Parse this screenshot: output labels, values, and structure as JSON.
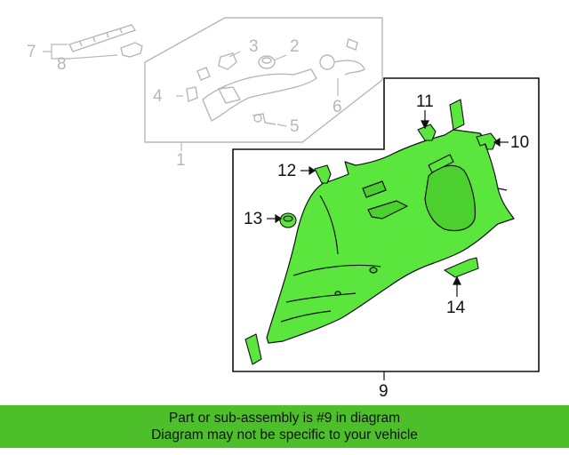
{
  "callouts": {
    "c1": "1",
    "c2": "2",
    "c3": "3",
    "c4": "4",
    "c5": "5",
    "c6": "6",
    "c7": "7",
    "c8": "8",
    "c9": "9",
    "c10": "10",
    "c11": "11",
    "c12": "12",
    "c13": "13",
    "c14": "14"
  },
  "banner": {
    "line1": "Part or sub-assembly is #9 in diagram",
    "line2": "Diagram may not be specific to your vehicle"
  },
  "colors": {
    "highlight": "#4cbf2a",
    "part_fill": "#5ae63c",
    "ghost": "#b8b8b8"
  }
}
